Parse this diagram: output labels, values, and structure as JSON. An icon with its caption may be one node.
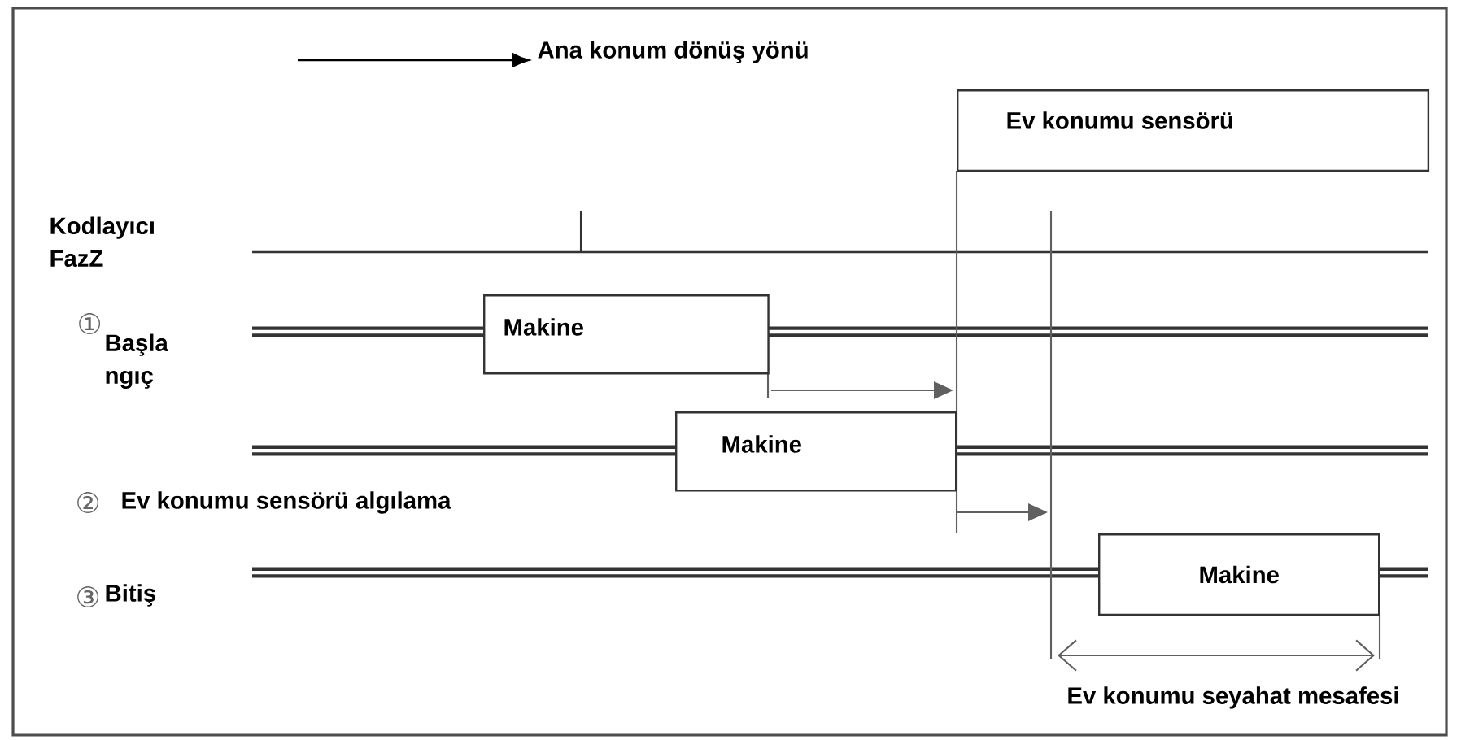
{
  "diagram": {
    "nodes": [
      {
        "text": [
          "Ev konumu sensörü"
        ]
      },
      {
        "text": [
          "Makine"
        ]
      },
      {
        "text": [
          "Makine"
        ]
      },
      {
        "text": [
          "Makine"
        ]
      }
    ],
    "labels": [
      "Ana konum dönüş yönü",
      "Kodlayıcı FazZ",
      "①",
      "Başla ngıç",
      "②",
      "Ev konumu sensörü algılama",
      "③",
      "Bitiş",
      "Ev konumu seyahat mesafesi"
    ]
  }
}
